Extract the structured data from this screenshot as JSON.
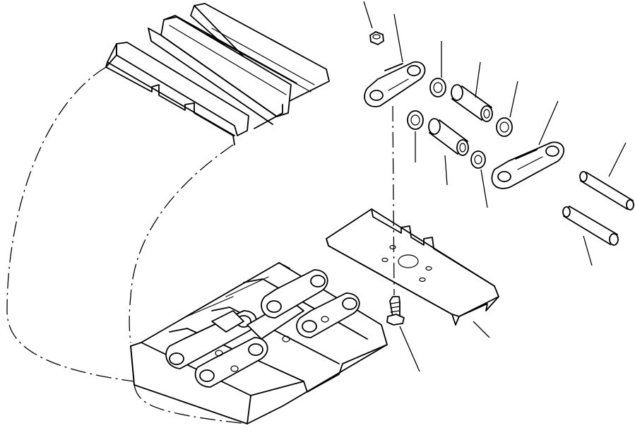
{
  "diagram": {
    "background": "#ffffff",
    "stroke": "#000000",
    "parts": [
      {
        "name": "nut",
        "icon": "hex-nut-icon"
      },
      {
        "name": "link-left",
        "icon": "track-link-icon"
      },
      {
        "name": "seal-upper",
        "icon": "seal-ring-icon"
      },
      {
        "name": "bushing-upper",
        "icon": "bushing-icon"
      },
      {
        "name": "seal-upper-right",
        "icon": "seal-ring-icon"
      },
      {
        "name": "link-right",
        "icon": "track-link-icon"
      },
      {
        "name": "seal-lower",
        "icon": "seal-ring-icon"
      },
      {
        "name": "bushing-lower",
        "icon": "bushing-icon"
      },
      {
        "name": "seal-lower-right",
        "icon": "seal-ring-icon"
      },
      {
        "name": "pin-upper",
        "icon": "pin-icon"
      },
      {
        "name": "pin-lower",
        "icon": "pin-icon"
      },
      {
        "name": "shoe",
        "icon": "track-shoe-icon"
      },
      {
        "name": "bolt",
        "icon": "bolt-icon"
      }
    ]
  }
}
